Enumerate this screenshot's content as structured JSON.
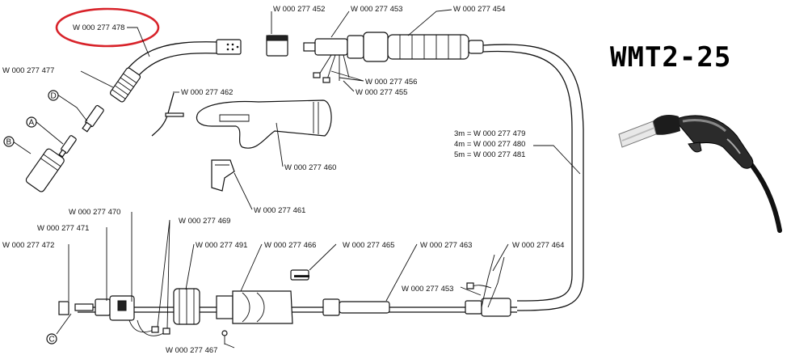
{
  "title": "WMT2-25",
  "labels": {
    "p478": "W 000 277 478",
    "p452": "W 000 277 452",
    "p453": "W 000 277 453",
    "p454": "W 000 277 454",
    "p477": "W 000 277 477",
    "p456": "W 000 277 456",
    "p455": "W 000 277 455",
    "p462": "W 000 277 462",
    "p460": "W 000 277 460",
    "p461": "W 000 277 461",
    "p479": "3m = W 000 277 479",
    "p480": "4m = W 000 277 480",
    "p481": "5m = W 000 277 481",
    "p470": "W 000 277 470",
    "p469": "W 000 277 469",
    "p471": "W 000 277 471",
    "p472": "W 000 277 472",
    "p491": "W 000 277 491",
    "p466": "W 000 277 466",
    "p465": "W 000 277 465",
    "p463": "W 000 277 463",
    "p464": "W 000 277 464",
    "p453b": "W 000 277 453",
    "p467": "W 000 277 467"
  },
  "callouts": {
    "a": "A",
    "b": "B",
    "c": "C",
    "d": "D"
  },
  "colors": {
    "highlight": "#d8232a",
    "ink": "#111111"
  }
}
